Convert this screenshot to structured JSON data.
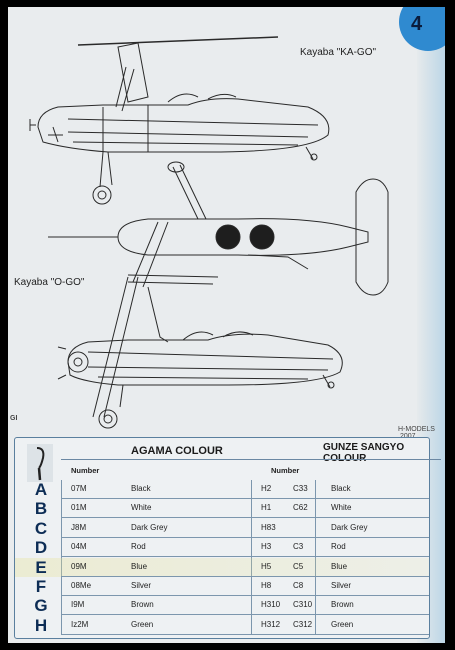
{
  "page": {
    "number": "4"
  },
  "captions": {
    "top_model": "Kayaba \"KA-GO\"",
    "bottom_model": "Kayaba \"O-GO\""
  },
  "marks": {
    "left_corner": "GI",
    "maker": "H-MODELS",
    "year": "2007"
  },
  "table": {
    "title_left": "AGAMA COLOUR",
    "title_right": "GUNZE SANGYO COLOUR",
    "number_label_left": "Number",
    "number_label_right": "Number",
    "rows": [
      {
        "letter": "A",
        "agama_no": "07M",
        "agama_name": "Black",
        "gunze_h": "H2",
        "gunze_c": "C33",
        "gunze_name": "Black"
      },
      {
        "letter": "B",
        "agama_no": "01M",
        "agama_name": "White",
        "gunze_h": "H1",
        "gunze_c": "C62",
        "gunze_name": "White"
      },
      {
        "letter": "C",
        "agama_no": "J8M",
        "agama_name": "Dark Grey",
        "gunze_h": "H83",
        "gunze_c": "",
        "gunze_name": "Dark Grey"
      },
      {
        "letter": "D",
        "agama_no": "04M",
        "agama_name": "Rod",
        "gunze_h": "H3",
        "gunze_c": "C3",
        "gunze_name": "Rod"
      },
      {
        "letter": "E",
        "agama_no": "09M",
        "agama_name": "Blue",
        "gunze_h": "H5",
        "gunze_c": "C5",
        "gunze_name": "Blue"
      },
      {
        "letter": "F",
        "agama_no": "08Me",
        "agama_name": "Silver",
        "gunze_h": "H8",
        "gunze_c": "C8",
        "gunze_name": "Silver"
      },
      {
        "letter": "G",
        "agama_no": "I9M",
        "agama_name": "Brown",
        "gunze_h": "H310",
        "gunze_c": "C310",
        "gunze_name": "Brown"
      },
      {
        "letter": "H",
        "agama_no": "Iz2M",
        "agama_name": "Green",
        "gunze_h": "H312",
        "gunze_c": "C312",
        "gunze_name": "Green"
      }
    ]
  },
  "colors": {
    "accent": "#2f8ad0",
    "table_border": "#5a7f9e",
    "letter": "#0d2d55"
  }
}
